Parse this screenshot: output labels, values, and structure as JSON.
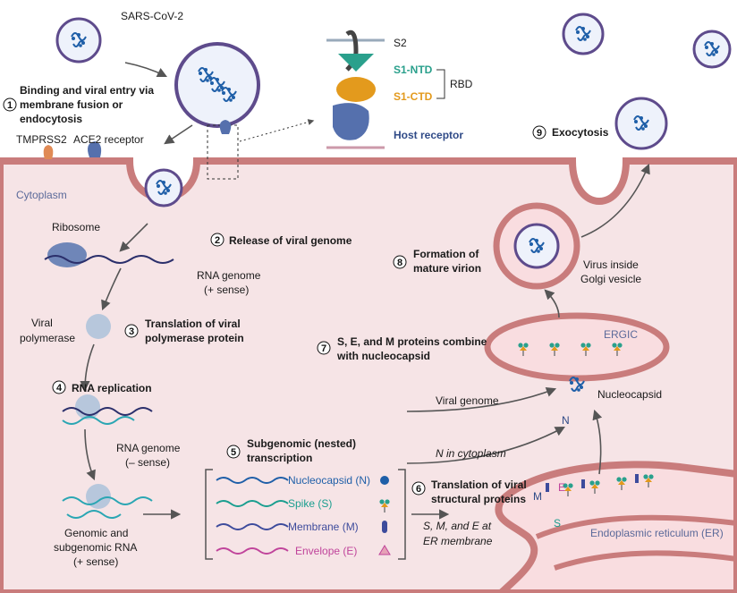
{
  "virus_label": "SARS-CoV-2",
  "steps": [
    {
      "num": "1",
      "lines": [
        "Binding and viral entry via",
        "membrane fusion or",
        "endocytosis"
      ]
    },
    {
      "num": "2",
      "lines": [
        "Release of viral genome"
      ]
    },
    {
      "num": "3",
      "lines": [
        "Translation of viral",
        "polymerase protein"
      ]
    },
    {
      "num": "4",
      "lines": [
        "RNA replication"
      ]
    },
    {
      "num": "5",
      "lines": [
        "Subgenomic (nested)",
        "transcription"
      ]
    },
    {
      "num": "6",
      "lines": [
        "Translation of viral",
        "structural proteins"
      ]
    },
    {
      "num": "7",
      "lines": [
        "S, E, and M proteins combine",
        "with nucleocapsid"
      ]
    },
    {
      "num": "8",
      "lines": [
        "Formation of",
        "mature virion"
      ]
    },
    {
      "num": "9",
      "lines": [
        "Exocytosis"
      ]
    }
  ],
  "spike": {
    "s2": "S2",
    "s1_ntd": "S1-NTD",
    "s1_ctd": "S1-CTD",
    "rbd": "RBD",
    "host_receptor": "Host receptor"
  },
  "labels": {
    "tmprss2": "TMPRSS2",
    "ace2": "ACE2 receptor",
    "cytoplasm": "Cytoplasm",
    "ribosome": "Ribosome",
    "rna_plus": [
      "RNA genome",
      "(+ sense)"
    ],
    "viral_polymerase": [
      "Viral",
      "polymerase"
    ],
    "rna_minus": [
      "RNA genome",
      "(– sense)"
    ],
    "genomic_sub": [
      "Genomic and",
      "subgenomic RNA",
      "(+ sense)"
    ],
    "viral_genome": "Viral genome",
    "n_cytoplasm": "N in cytoplasm",
    "nucleocapsid": "Nucleocapsid",
    "n_letter": "N",
    "ergic": "ERGIC",
    "virus_golgi": [
      "Virus inside",
      "Golgi vesicle"
    ],
    "smE_er": [
      "S, M, and E at",
      "ER membrane"
    ],
    "er": "Endoplasmic reticulum (ER)",
    "m_letter": "M",
    "e_letter": "E",
    "s_letter": "S"
  },
  "legend": [
    {
      "label": "Nucleocapsid (N)",
      "color": "#1f5fa8"
    },
    {
      "label": "Spike (S)",
      "color": "#1a9e8f"
    },
    {
      "label": "Membrane (M)",
      "color": "#3d4b9c"
    },
    {
      "label": "Envelope (E)",
      "color": "#c0449b"
    }
  ],
  "colors": {
    "membrane": "#c97c7c",
    "cytoplasm": "#f6e4e6",
    "spike_teal": "#2aa08c",
    "spike_orange": "#e39a1d",
    "receptor": "#5570ad"
  }
}
